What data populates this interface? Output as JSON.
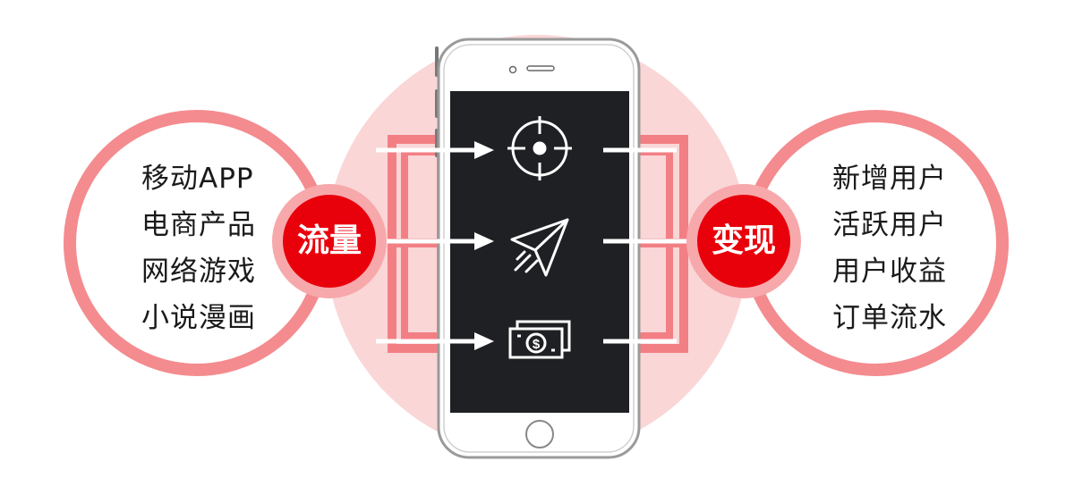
{
  "left": {
    "badge": "流量",
    "items": [
      "移动APP",
      "电商产品",
      "网络游戏",
      "小说漫画"
    ]
  },
  "right": {
    "badge": "变现",
    "items": [
      "新增用户",
      "活跃用户",
      "用户收益",
      "订单流水"
    ]
  },
  "icons": [
    "target-icon",
    "paper-plane-icon",
    "money-icon"
  ],
  "colors": {
    "accent_red": "#e8000b",
    "ring_pink": "#f4868a",
    "bg_pink": "#fad6d7",
    "phone_screen": "#1f2023"
  }
}
